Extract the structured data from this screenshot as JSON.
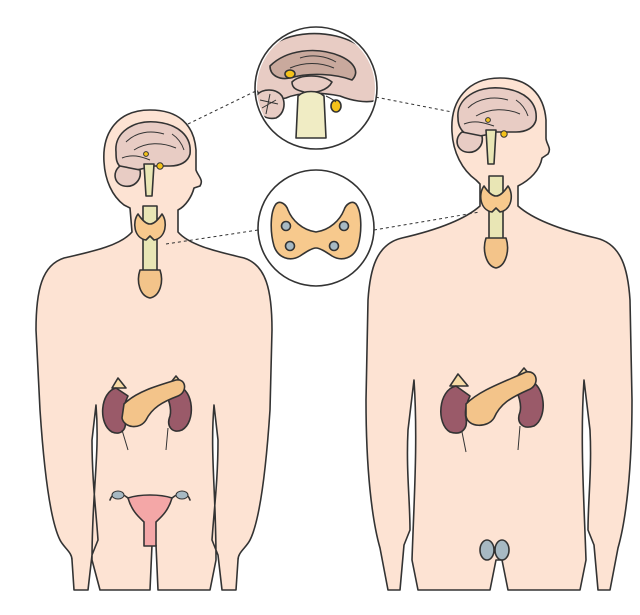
{
  "diagram": {
    "description_free": true,
    "figures": [
      {
        "id": "female",
        "organs": [
          "brain",
          "pituitary-gland",
          "pineal-gland",
          "thyroid-gland",
          "adrenal-glands",
          "kidneys",
          "pancreas",
          "ovaries",
          "uterus"
        ]
      },
      {
        "id": "male",
        "organs": [
          "brain",
          "pituitary-gland",
          "pineal-gland",
          "thyroid-gland",
          "adrenal-glands",
          "kidneys",
          "pancreas",
          "testes"
        ]
      }
    ],
    "callouts": [
      {
        "id": "brain-callout",
        "content": "pituitary-and-pineal-glands"
      },
      {
        "id": "thyroid-callout",
        "content": "parathyroid-glands"
      }
    ],
    "colors": {
      "skin": "#fde3d3",
      "outline": "#333333",
      "brain": "#e8ccc4",
      "brain_dark": "#c9a99d",
      "gland_yellow": "#f4c21a",
      "thyroid": "#f7c98d",
      "parathyroid": "#a7b9c3",
      "kidney": "#9a5a69",
      "pancreas": "#f3c48a",
      "uterus": "#f4a7a7",
      "testes": "#a7b9c3",
      "trachea": "#e9e6b5"
    }
  }
}
